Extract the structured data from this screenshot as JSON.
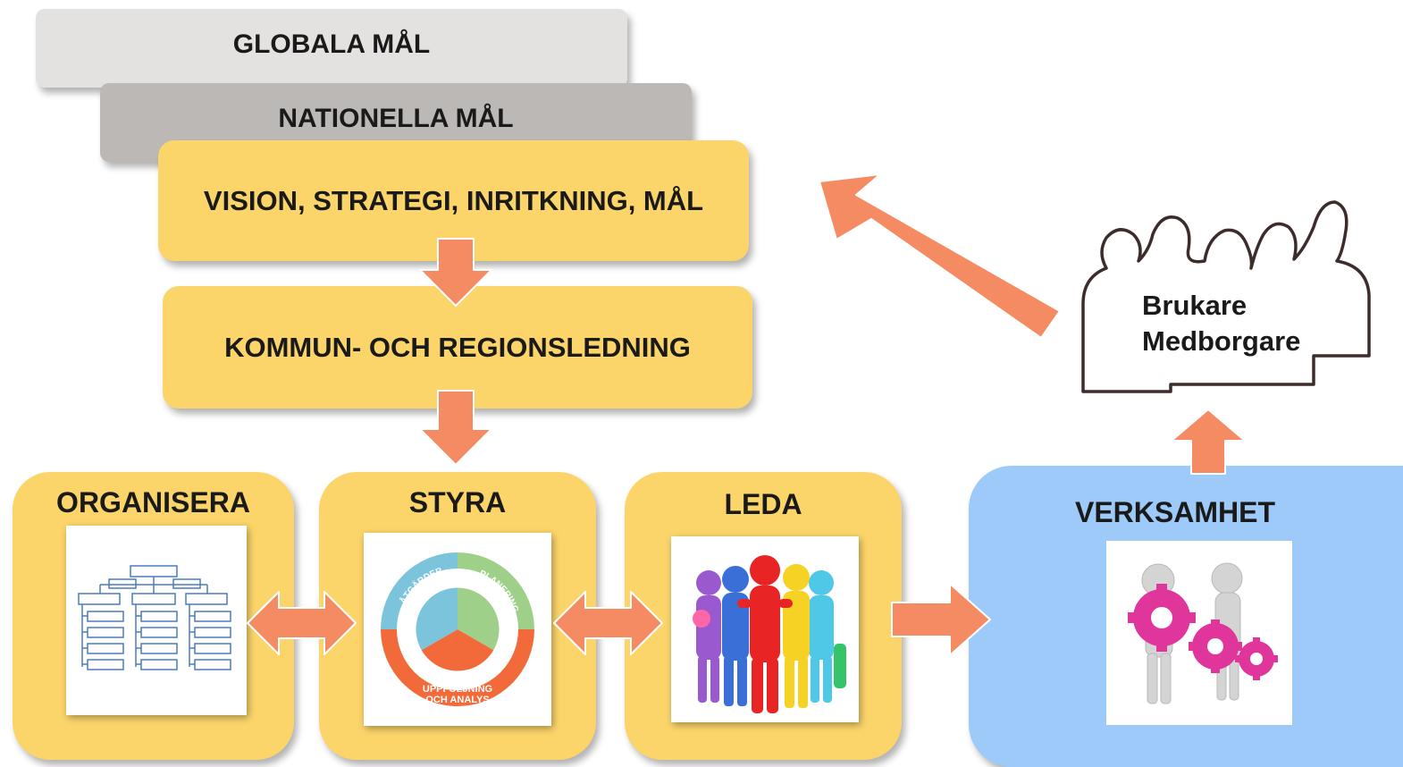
{
  "goals": {
    "global": "GLOBALA MÅL",
    "national": "NATIONELLA MÅL",
    "vision": "VISION, STRATEGI, INRITKNING, MÅL",
    "leadership": "KOMMUN- OCH REGIONSLEDNING"
  },
  "panels": {
    "organisera": "ORGANISERA",
    "styra": "STYRA",
    "leda": "LEDA",
    "verksamhet": "VERKSAMHET"
  },
  "cycle": {
    "atgarder": "ÅTGÄRDER",
    "planering": "PLANERING",
    "uppfoljning": "UPPFÖLJNING",
    "analys": "OCH ANALYS"
  },
  "users": {
    "line1": "Brukare",
    "line2": "Medborgare"
  },
  "colors": {
    "arrow": "#f58b63",
    "yellow_box": "#fcd56a",
    "blue_box": "#9dcaf8",
    "global_box": "#e4e2e1",
    "national_box": "#bcb8b6"
  }
}
